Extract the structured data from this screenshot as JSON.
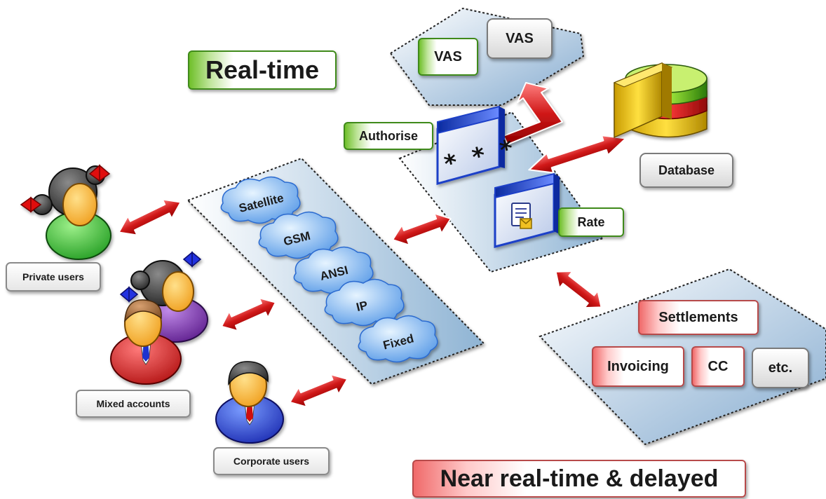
{
  "headings": {
    "realtime": "Real-time",
    "near_realtime": "Near real-time & delayed"
  },
  "users": {
    "private": "Private users",
    "mixed": "Mixed accounts",
    "corporate": "Corporate users"
  },
  "networks": [
    "Satellite",
    "GSM",
    "ANSI",
    "IP",
    "Fixed"
  ],
  "realtime_panel": {
    "authorise": "Authorise",
    "password_mask": "* * *",
    "rate": "Rate"
  },
  "vas": [
    "VAS",
    "VAS"
  ],
  "database": "Database",
  "offline": {
    "settlements": "Settlements",
    "invoicing": "Invoicing",
    "cc": "CC",
    "etc": "etc."
  },
  "colors": {
    "arrow_red": "#c81414",
    "realtime_green": "#6fbf2a",
    "delayed_red": "#f06a6a",
    "panel_blue": "#8fb4d4",
    "window_blue": "#1f3fc8"
  }
}
